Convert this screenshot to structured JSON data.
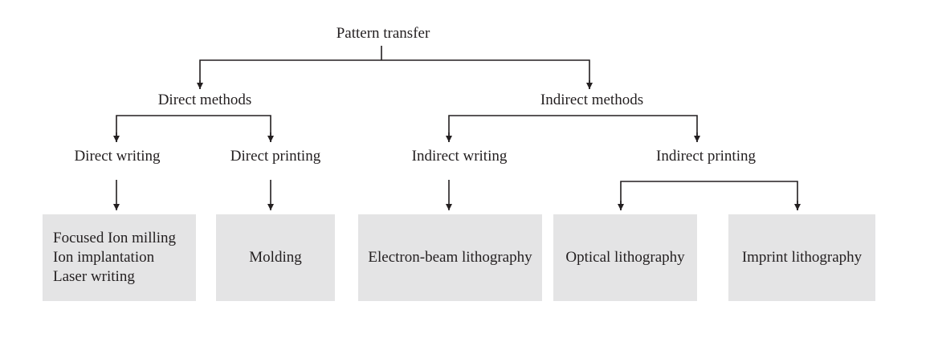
{
  "root": "Pattern transfer",
  "direct": {
    "label": "Direct methods",
    "writing": "Direct writing",
    "printing": "Direct printing"
  },
  "indirect": {
    "label": "Indirect methods",
    "writing": "Indirect writing",
    "printing": "Indirect printing"
  },
  "boxes": {
    "direct_writing": [
      "Focused Ion milling",
      "Ion implantation",
      "Laser writing"
    ],
    "direct_printing": "Molding",
    "indirect_writing": "Electron-beam lithography",
    "optical": "Optical lithography",
    "imprint": "Imprint lithography"
  },
  "colors": {
    "box_fill": "#e4e4e5",
    "line": "#231f20"
  }
}
